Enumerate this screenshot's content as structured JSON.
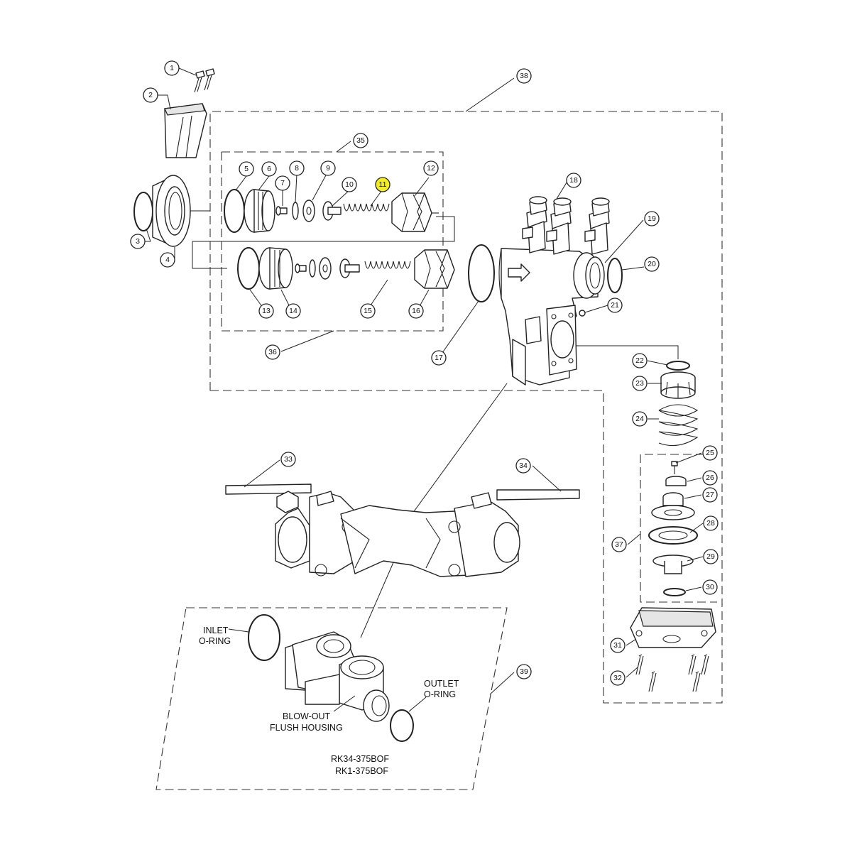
{
  "diagram": {
    "callouts": [
      {
        "n": "1"
      },
      {
        "n": "2"
      },
      {
        "n": "3"
      },
      {
        "n": "4"
      },
      {
        "n": "5"
      },
      {
        "n": "6"
      },
      {
        "n": "7"
      },
      {
        "n": "8"
      },
      {
        "n": "9"
      },
      {
        "n": "10"
      },
      {
        "n": "11",
        "highlight": true
      },
      {
        "n": "12"
      },
      {
        "n": "13"
      },
      {
        "n": "14"
      },
      {
        "n": "15"
      },
      {
        "n": "16"
      },
      {
        "n": "17"
      },
      {
        "n": "18"
      },
      {
        "n": "19"
      },
      {
        "n": "20"
      },
      {
        "n": "21"
      },
      {
        "n": "22"
      },
      {
        "n": "23"
      },
      {
        "n": "24"
      },
      {
        "n": "25"
      },
      {
        "n": "26"
      },
      {
        "n": "27"
      },
      {
        "n": "28"
      },
      {
        "n": "29"
      },
      {
        "n": "30"
      },
      {
        "n": "31"
      },
      {
        "n": "32"
      },
      {
        "n": "33"
      },
      {
        "n": "34"
      },
      {
        "n": "35"
      },
      {
        "n": "36"
      },
      {
        "n": "37"
      },
      {
        "n": "38"
      },
      {
        "n": "39"
      }
    ],
    "labels": {
      "inlet_line1": "INLET",
      "inlet_line2": "O-RING",
      "outlet_line1": "OUTLET",
      "outlet_line2": "O-RING",
      "blowout_line1": "BLOW-OUT",
      "blowout_line2": "FLUSH HOUSING",
      "kit_line1": "RK34-375BOF",
      "kit_line2": "RK1-375BOF"
    },
    "colors": {
      "highlight": "#f2ec26",
      "ink": "#222222"
    }
  }
}
